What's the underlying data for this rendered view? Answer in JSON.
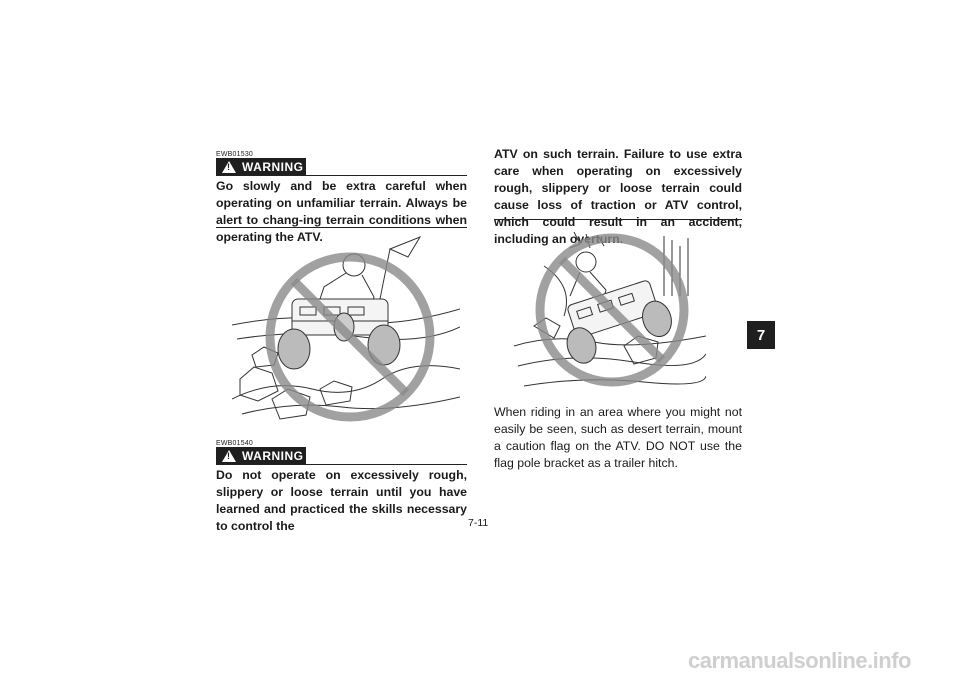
{
  "left": {
    "warning1": {
      "code": "EWB01530",
      "label": "WARNING",
      "text": "Go slowly and be extra careful when operating on unfamiliar terrain. Always be alert to chang-ing terrain conditions when operating the ATV."
    },
    "warning2": {
      "code": "EWB01540",
      "label": "WARNING",
      "text": "Do not operate on excessively rough, slippery or loose terrain until you have learned and practiced the skills necessary to control the"
    }
  },
  "right": {
    "warning_continued": "ATV on such terrain. Failure to use extra care when operating on excessively rough, slippery or loose terrain could cause loss of traction or ATV control, which could result in an accident, including an overturn.",
    "paragraph": "When riding in an area where you might not easily be seen, such as desert terrain, mount a caution flag on the ATV. DO NOT use the flag pole bracket as a trailer hitch."
  },
  "page_number": "7-11",
  "chapter_tab": "7",
  "footer": "carmanualsonline.info"
}
